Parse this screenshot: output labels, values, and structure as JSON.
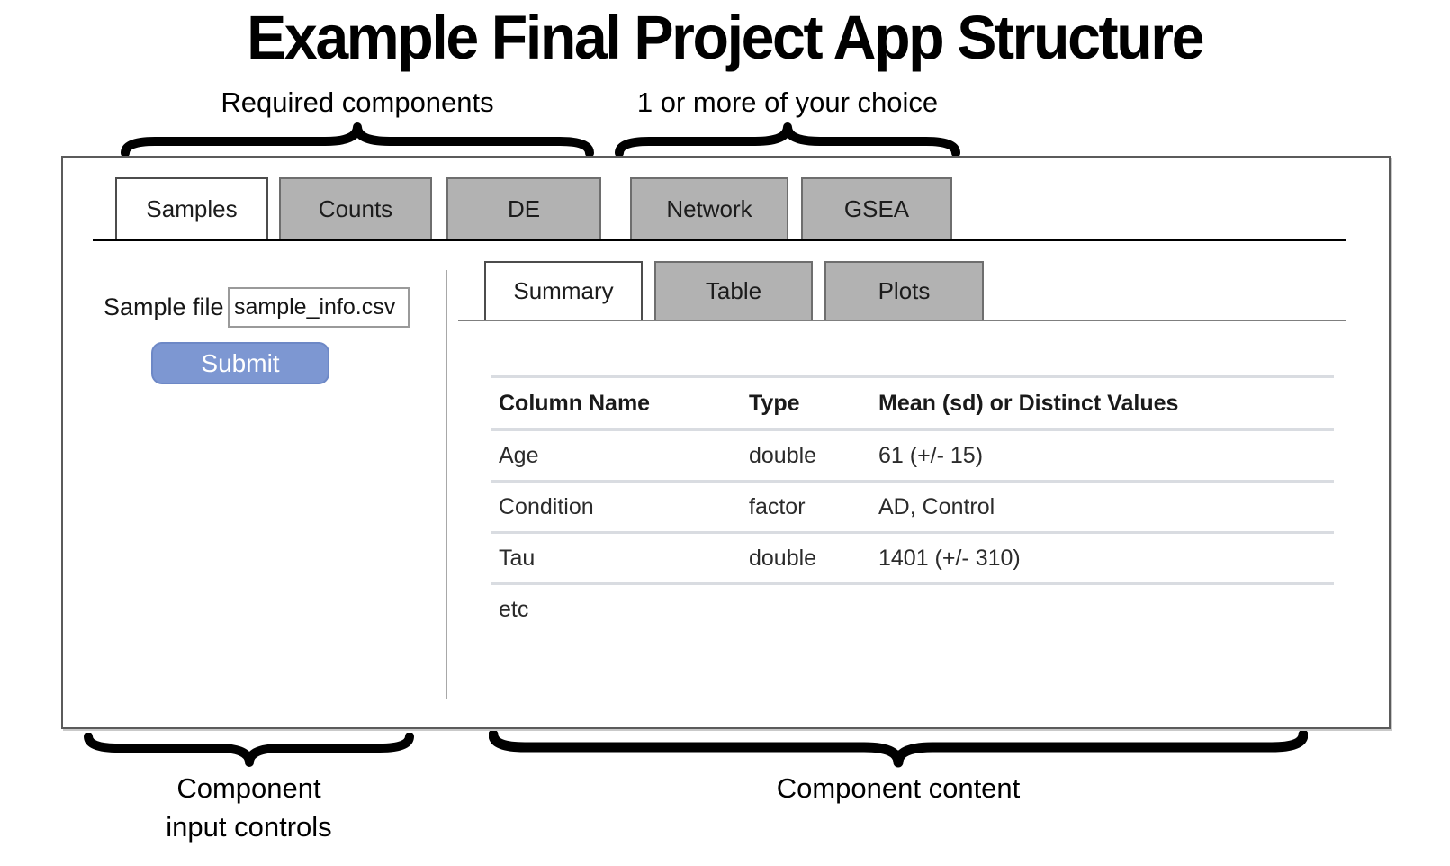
{
  "title": "Example Final Project App Structure",
  "annotations": {
    "required": "Required components",
    "choice": "1 or more of your choice",
    "input_controls_line1": "Component",
    "input_controls_line2": "input controls",
    "content": "Component content"
  },
  "app": {
    "tabs": [
      {
        "label": "Samples",
        "active": true
      },
      {
        "label": "Counts",
        "active": false
      },
      {
        "label": "DE",
        "active": false
      },
      {
        "label": "Network",
        "active": false
      },
      {
        "label": "GSEA",
        "active": false
      }
    ],
    "subtabs": [
      {
        "label": "Summary",
        "active": true
      },
      {
        "label": "Table",
        "active": false
      },
      {
        "label": "Plots",
        "active": false
      }
    ],
    "sidebar": {
      "sample_file_label": "Sample file",
      "sample_file_value": "sample_info.csv",
      "submit_label": "Submit"
    },
    "summary_table": {
      "headers": [
        "Column Name",
        "Type",
        "Mean (sd) or Distinct Values"
      ],
      "rows": [
        [
          "Age",
          "double",
          "61 (+/- 15)"
        ],
        [
          "Condition",
          "factor",
          "AD, Control"
        ],
        [
          "Tau",
          "double",
          "1401 (+/- 310)"
        ],
        [
          "etc",
          "",
          ""
        ]
      ]
    }
  },
  "colors": {
    "submit_blue": "#7d97d2",
    "inactive_tab_gray": "#b2b2b2",
    "active_tab_white": "#ffffff",
    "table_divider": "#d9dce1",
    "annotation_black": "#000000"
  }
}
